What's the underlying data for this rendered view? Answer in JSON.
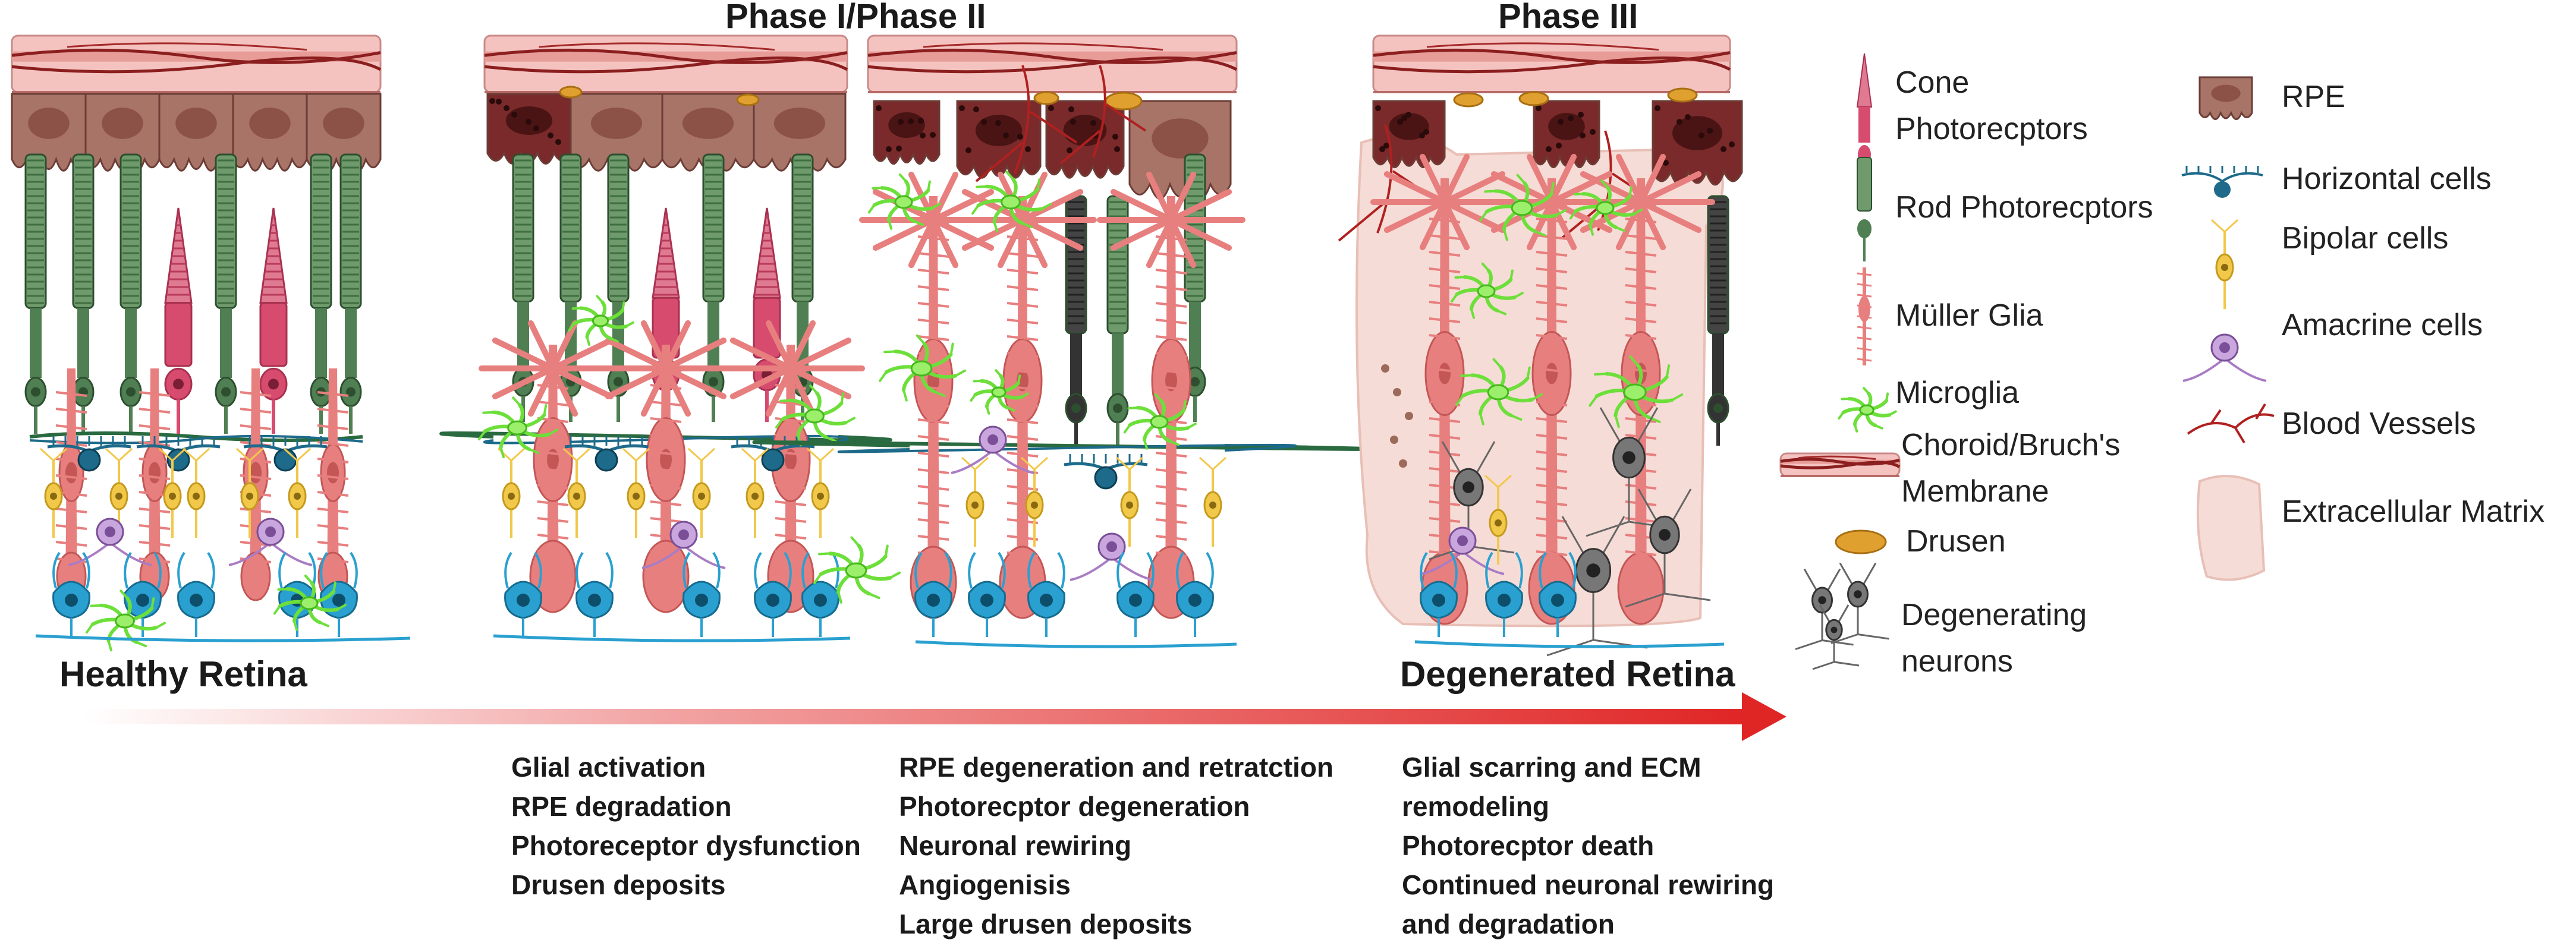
{
  "phases": {
    "phase_1_2": "Phase I/Phase II",
    "phase_3": "Phase III"
  },
  "progression": {
    "start_label": "Healthy Retina",
    "end_label": "Degenerated Retina",
    "arrow_color": "#e02525"
  },
  "legend": [
    {
      "icon": "cone-photoreceptor-icon",
      "label": "Cone Photorecptors",
      "color": "#d64b6e"
    },
    {
      "icon": "rod-photoreceptor-icon",
      "label": "Rod Photorecptors",
      "color": "#4f7f52"
    },
    {
      "icon": "muller-glia-icon",
      "label": "Müller Glia",
      "color": "#e87f7f"
    },
    {
      "icon": "microglia-icon",
      "label": "Microglia",
      "color": "#6ddf3a"
    },
    {
      "icon": "choroid-bruch-icon",
      "label": "Choroid/Bruch's Membrane",
      "color": "#8b1e1e"
    },
    {
      "icon": "drusen-icon",
      "label": "Drusen",
      "color": "#e0a030"
    },
    {
      "icon": "degenerating-neuron-icon",
      "label": "Degenerating neurons",
      "color": "#555555"
    },
    {
      "icon": "rpe-icon",
      "label": "RPE",
      "color": "#a87468"
    },
    {
      "icon": "horizontal-cell-icon",
      "label": "Horizontal cells",
      "color": "#1d6a8a"
    },
    {
      "icon": "bipolar-cell-icon",
      "label": "Bipolar cells",
      "color": "#f2c84b"
    },
    {
      "icon": "amacrine-cell-icon",
      "label": "Amacrine cells",
      "color": "#a97cc4"
    },
    {
      "icon": "blood-vessel-icon",
      "label": "Blood Vessels",
      "color": "#b02020"
    },
    {
      "icon": "extracellular-matrix-icon",
      "label": "Extracellular Matrix",
      "color": "#f6dcd6"
    }
  ],
  "events": {
    "phase_1": [
      "Glial activation",
      "RPE degradation",
      "Photoreceptor dysfunction",
      "Drusen deposits"
    ],
    "phase_2": [
      "RPE degeneration and retratction",
      "Photorecptor degeneration",
      "Neuronal rewiring",
      "Angiogenisis",
      "Large drusen deposits"
    ],
    "phase_3": [
      "Glial scarring and ECM",
      "remodeling",
      "Photorecptor death",
      "Continued neuronal rewiring",
      "and degradation"
    ]
  }
}
